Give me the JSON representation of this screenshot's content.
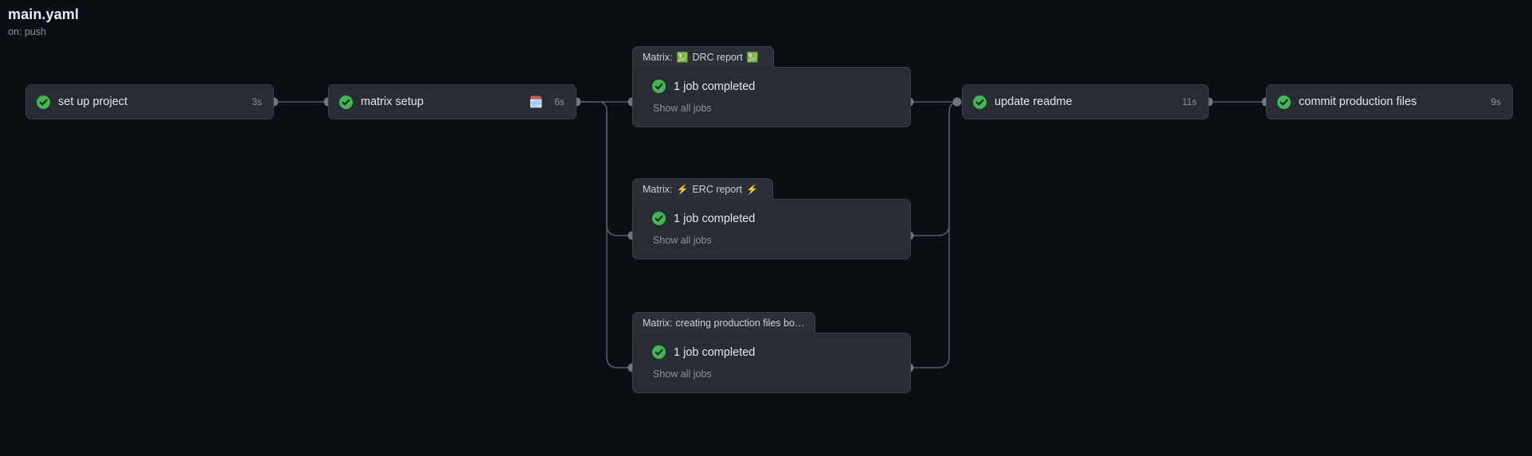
{
  "workflow": {
    "title": "main.yaml",
    "trigger": "on: push"
  },
  "colors": {
    "background": "#0b0e13",
    "node_surface": "#282c34",
    "node_border": "#3a3f49",
    "tab_surface": "#2b3038",
    "success_green": "#3fb950",
    "edge_stroke": "#545b65",
    "port": "#6e7681",
    "text_primary": "#e3e8ee",
    "text_muted": "#8b949e"
  },
  "nodes": [
    {
      "id": "set-up-project",
      "label": "set up project",
      "emoji": "",
      "duration": "3s",
      "status": "success",
      "status_icon": "check-circle-icon"
    },
    {
      "id": "matrix-setup",
      "label": "matrix setup",
      "emoji": "🗓️",
      "duration": "6s",
      "status": "success",
      "status_icon": "check-circle-icon"
    },
    {
      "id": "update-readme",
      "label": "update readme",
      "emoji": "",
      "duration": "11s",
      "status": "success",
      "status_icon": "check-circle-icon"
    },
    {
      "id": "commit-production-files",
      "label": "commit production files",
      "emoji": "",
      "duration": "9s",
      "status": "success",
      "status_icon": "check-circle-icon"
    }
  ],
  "matrix_groups": [
    {
      "id": "drc-report",
      "tab_prefix": "Matrix:",
      "emoji_left": "💹",
      "tab_label": "DRC report",
      "emoji_right": "💹",
      "truncated": false,
      "status_text": "1 job completed",
      "status_icon": "check-circle-icon",
      "show_all": "Show all jobs"
    },
    {
      "id": "erc-report",
      "tab_prefix": "Matrix:",
      "emoji_left": "⚡",
      "tab_label": "ERC report",
      "emoji_right": "⚡",
      "truncated": false,
      "status_text": "1 job completed",
      "status_icon": "check-circle-icon",
      "show_all": "Show all jobs"
    },
    {
      "id": "creating-production-files",
      "tab_prefix": "Matrix:",
      "emoji_left": "",
      "tab_label": "creating production files bo…",
      "emoji_right": "",
      "truncated": true,
      "status_text": "1 job completed",
      "status_icon": "check-circle-icon",
      "show_all": "Show all jobs"
    }
  ]
}
